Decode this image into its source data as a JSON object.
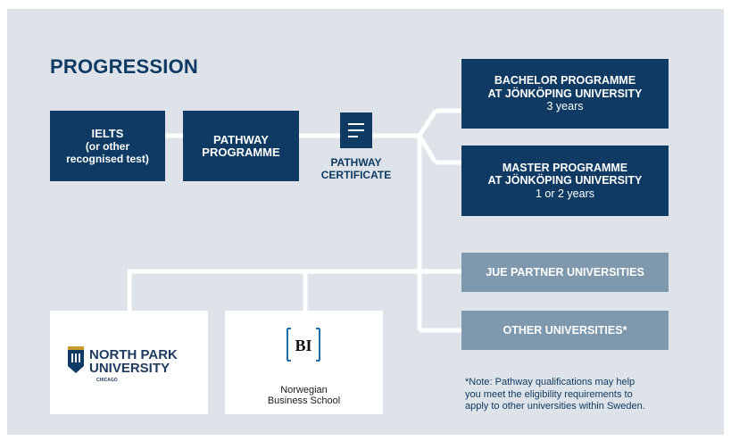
{
  "title": "PROGRESSION",
  "ielts": {
    "line1": "IELTS",
    "line2": "(or other",
    "line3": "recognised test)"
  },
  "pathway": {
    "line1": "PATHWAY",
    "line2": "PROGRAMME"
  },
  "certificate": {
    "line1": "PATHWAY",
    "line2": "CERTIFICATE",
    "icon": "document-icon"
  },
  "bachelor": {
    "line1": "BACHELOR PROGRAMME",
    "line2": "AT JÖNKÖPING UNIVERSITY",
    "years": "3 years"
  },
  "master": {
    "line1": "MASTER PROGRAMME",
    "line2": "AT JÖNKÖPING UNIVERSITY",
    "years": "1 or 2 years"
  },
  "partner": {
    "label": "JUE PARTNER UNIVERSITIES"
  },
  "other": {
    "label": "OTHER UNIVERSITIES*"
  },
  "npu_logo": {
    "line1": "NORTH PARK",
    "line2": "UNIVERSITY",
    "line3": "CHICAGO"
  },
  "bi_logo": {
    "mark": "BI",
    "line1": "Norwegian",
    "line2": "Business School"
  },
  "note": {
    "line1": "*Note: Pathway qualifications may help",
    "line2": "you meet the eligibility requirements to",
    "line3": "apply to other universities within Sweden."
  },
  "colors": {
    "navy": "#0e3a63",
    "slate": "#7e98ae",
    "background": "#dde3e8",
    "connector": "#ffffff",
    "npu_gold": "#c99a2e",
    "bi_blue": "#1f6fb0"
  }
}
